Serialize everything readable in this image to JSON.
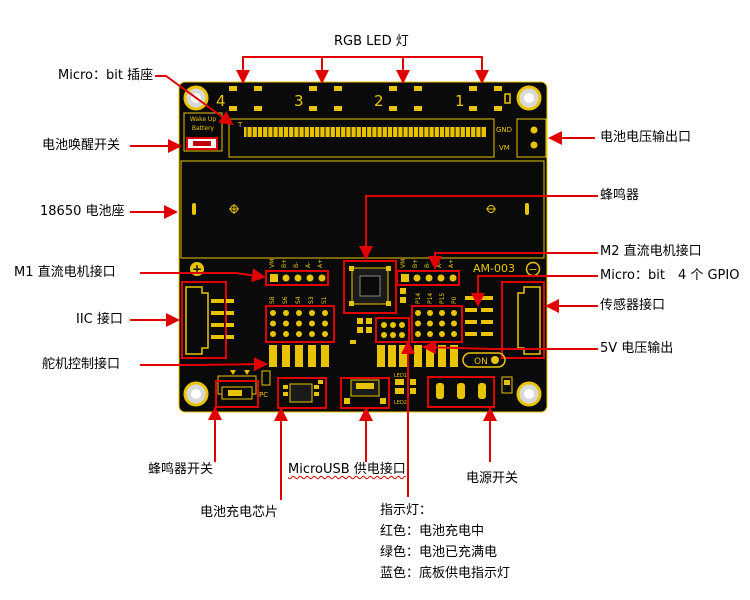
{
  "labels": {
    "rgb_led": "RGB LED 灯",
    "microbit_socket": "Micro：bit 插座",
    "battery_wake": "电池唤醒开关",
    "battery_voltage_out": "电池电压输出口",
    "battery_holder": "18650 电池座",
    "buzzer": "蜂鸣器",
    "m2_motor": "M2 直流电机接口",
    "m1_motor": "M1 直流电机接口",
    "microbit_gpio": "Micro：bit　4 个 GPIO",
    "iic": "IIC 接口",
    "sensor": "传感器接口",
    "servo": "舵机控制接口",
    "v5_out": "5V 电压输出",
    "buzzer_switch": "蜂鸣器开关",
    "microusb": "MicroUSB 供电接口",
    "power_switch": "电源开关",
    "charge_chip": "电池充电芯片",
    "indicator_title": "指示灯：",
    "indicator_red": "红色：电池充电中",
    "indicator_green": "绿色：电池已充满电",
    "indicator_blue": "蓝色：底板供电指示灯"
  },
  "board": {
    "model": "AM-003",
    "wake_text_1": "Wake Up",
    "wake_text_2": "Battery",
    "led_numbers": [
      "4",
      "3",
      "2",
      "1"
    ],
    "gnd": "GND",
    "vm": "VM",
    "on": "ON",
    "pc": "PC",
    "led1": "LED1",
    "led2": "LED2",
    "m1_pins": [
      "VM",
      "B+",
      "B-",
      "A-",
      "A+"
    ],
    "m2_pins": [
      "VM",
      "B+",
      "B-",
      "A-",
      "A+"
    ],
    "servo_pins": [
      "S8",
      "S6",
      "S4",
      "S3",
      "S1"
    ],
    "gpio_pins": [
      "P14",
      "P14",
      "P15",
      "P0"
    ],
    "plus": "+",
    "minus": "−",
    "t": "T"
  },
  "colors": {
    "board": "#0a0a0a",
    "gold": "#e8c400",
    "arrow": "#e00000"
  }
}
